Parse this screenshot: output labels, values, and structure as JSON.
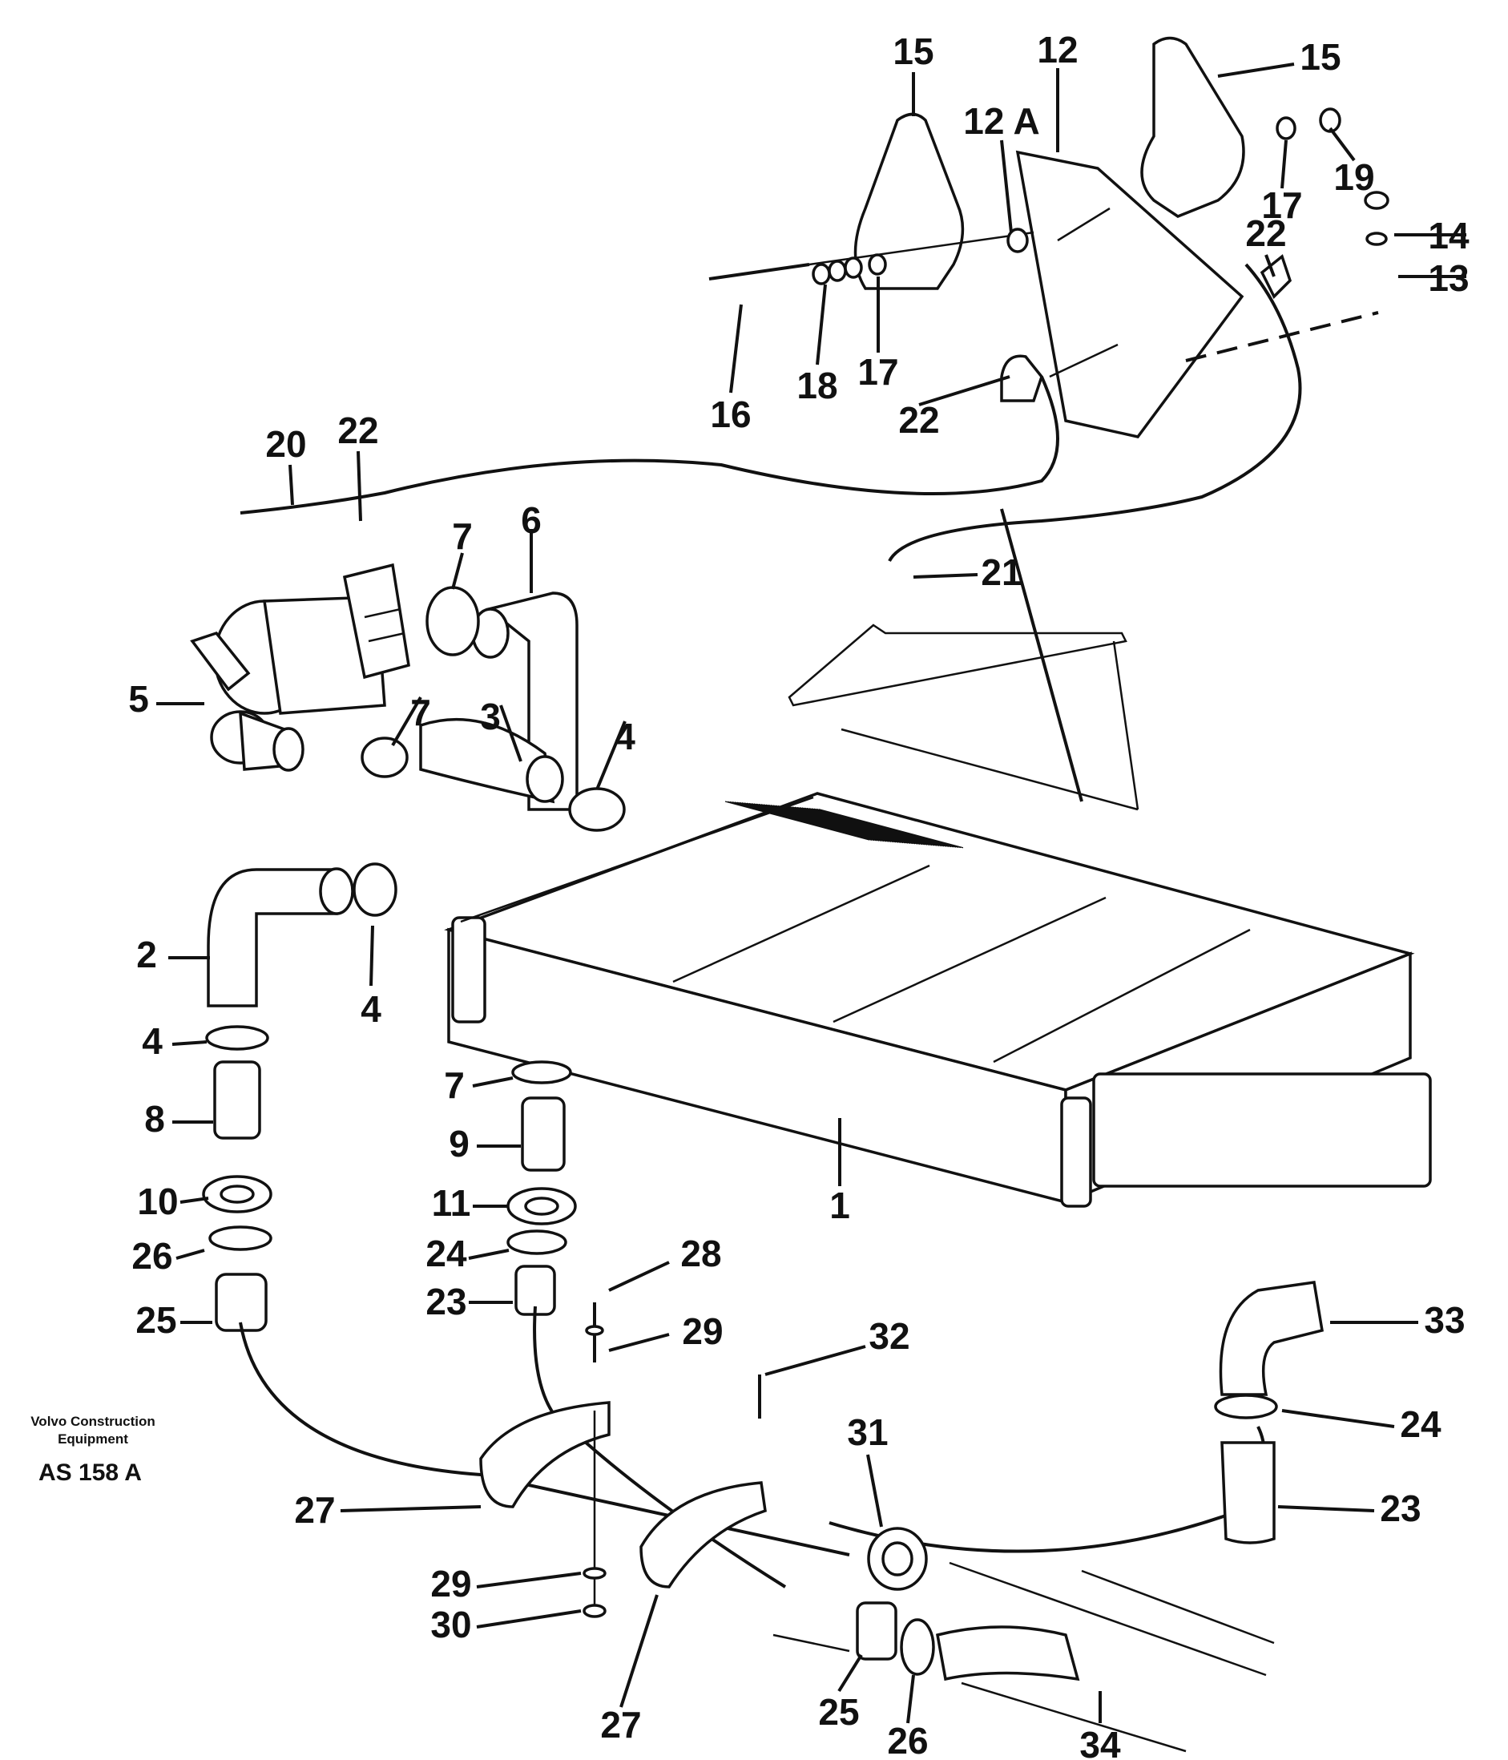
{
  "callouts": [
    "1",
    "2",
    "3",
    "4",
    "4",
    "4",
    "5",
    "6",
    "7",
    "7",
    "7",
    "8",
    "9",
    "10",
    "11",
    "12",
    "12 A",
    "13",
    "14",
    "15",
    "15",
    "16",
    "17",
    "17",
    "18",
    "19",
    "20",
    "21",
    "22",
    "22",
    "22",
    "23",
    "23",
    "24",
    "24",
    "25",
    "25",
    "26",
    "26",
    "27",
    "27",
    "28",
    "29",
    "29",
    "30",
    "31",
    "32",
    "33",
    "34"
  ],
  "credit": {
    "line1": "Volvo Construction",
    "line2": "Equipment",
    "code": "AS 158 A"
  }
}
